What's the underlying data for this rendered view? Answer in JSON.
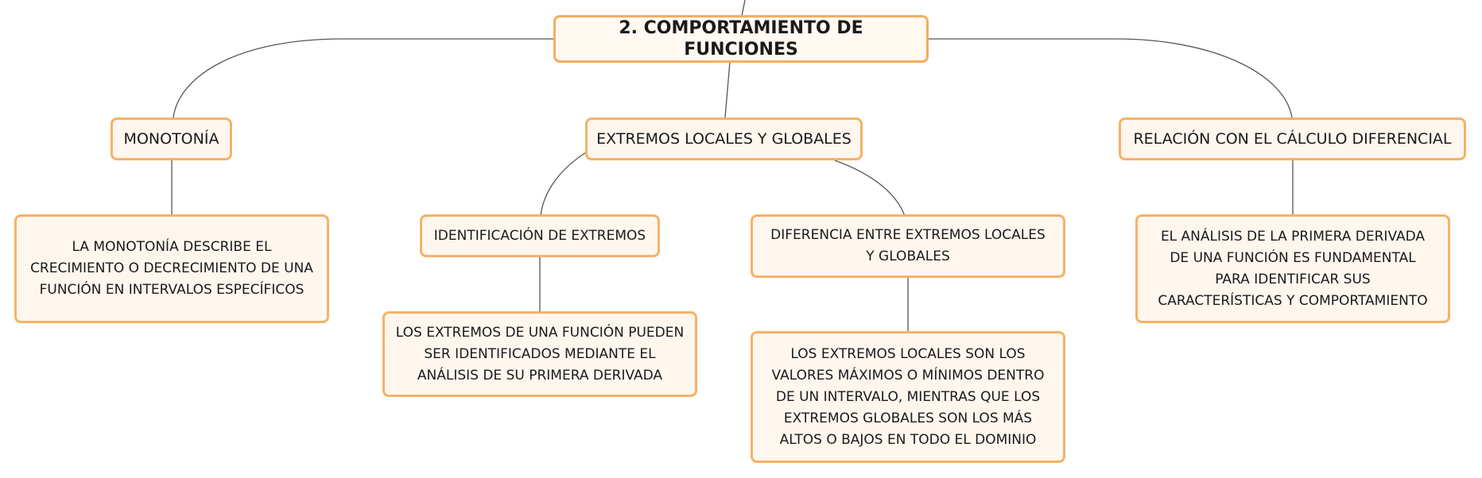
{
  "root": "2. COMPORTAMIENTO DE FUNCIONES",
  "branches": [
    {
      "label": "MONOTONÍA",
      "detail": "LA MONOTONÍA DESCRIBE EL CRECIMIENTO O DECRECIMIENTO DE UNA FUNCIÓN EN INTERVALOS ESPECÍFICOS"
    },
    {
      "label": "EXTREMOS LOCALES Y GLOBALES",
      "children": [
        {
          "label": "IDENTIFICACIÓN DE EXTREMOS",
          "detail": "LOS EXTREMOS DE UNA FUNCIÓN PUEDEN SER IDENTIFICADOS MEDIANTE EL ANÁLISIS DE SU PRIMERA DERIVADA"
        },
        {
          "label": "DIFERENCIA ENTRE EXTREMOS LOCALES Y GLOBALES",
          "detail": "LOS EXTREMOS LOCALES SON LOS VALORES MÁXIMOS O MÍNIMOS DENTRO DE UN INTERVALO, MIENTRAS QUE LOS EXTREMOS GLOBALES SON LOS MÁS ALTOS O BAJOS EN TODO EL DOMINIO"
        }
      ]
    },
    {
      "label": "RELACIÓN CON EL CÁLCULO DIFERENCIAL",
      "detail": "EL ANÁLISIS DE LA PRIMERA DERIVADA DE UNA FUNCIÓN ES FUNDAMENTAL PARA IDENTIFICAR SUS CARACTERÍSTICAS Y COMPORTAMIENTO"
    }
  ]
}
